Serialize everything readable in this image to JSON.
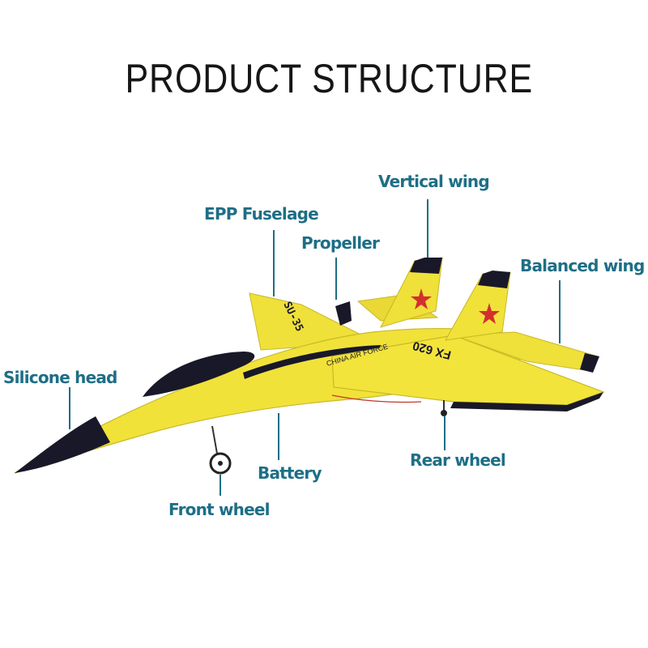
{
  "title": "PRODUCT STRUCTURE",
  "labels": {
    "vertical_wing": "Vertical wing",
    "epp_fuselage": "EPP Fuselage",
    "propeller": "Propeller",
    "balanced_wing": "Balanced wing",
    "silicone_head": "Silicone head",
    "battery": "Battery",
    "rear_wheel": "Rear wheel",
    "front_wheel": "Front wheel"
  },
  "markings": {
    "model": "SU-35",
    "air_force": "CHINA AIR FORCE",
    "wing_code": "FX 620"
  },
  "colors": {
    "label": "#1e6e86",
    "body": "#f1e23a",
    "dark": "#181828",
    "star": "#d32f2f"
  }
}
